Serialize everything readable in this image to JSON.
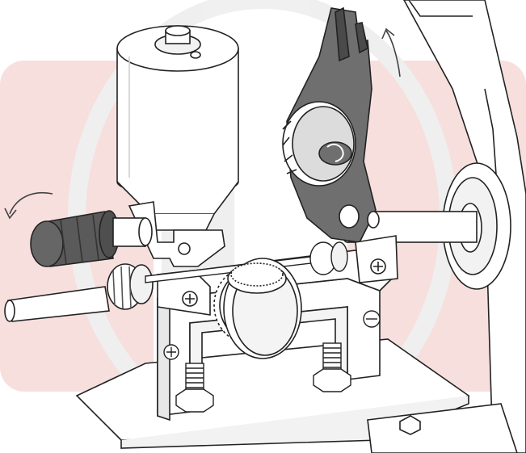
{
  "illustration": {
    "subject": "wire-feed-drive-mechanism",
    "colors": {
      "line": "#222222",
      "fill": "#ffffff",
      "lever": "#6f6f6f",
      "lever_dark": "#4a4a4a",
      "knob": "#5c5c5c",
      "watermark_red": "#f4d8d6",
      "watermark_gray": "#ececec",
      "shade": "#dcdcdc"
    },
    "icons": {
      "rotate_arrow_left": "curved-arrow-counterclockwise",
      "lift_arrow_up": "curved-arrow-up"
    }
  }
}
